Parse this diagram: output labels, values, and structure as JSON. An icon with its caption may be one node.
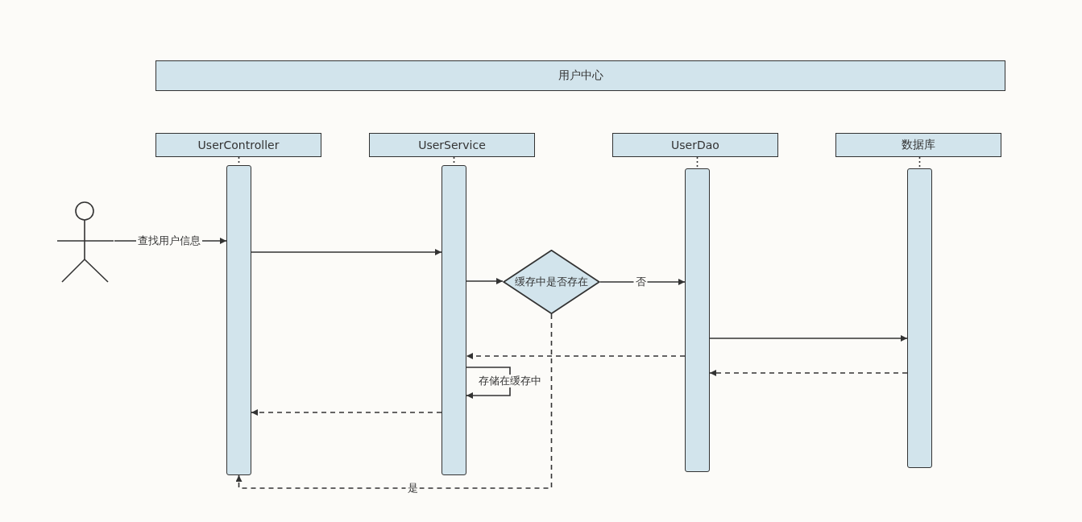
{
  "diagram": {
    "nodes": [
      {
        "text": [
          "用户中心"
        ]
      },
      {
        "text": [
          "UserController"
        ]
      },
      {
        "text": [
          "UserService"
        ]
      },
      {
        "text": [
          "UserDao"
        ]
      },
      {
        "text": [
          "数据库"
        ]
      },
      {
        "text": [],
        "shape": "bar"
      },
      {
        "text": [],
        "shape": "bar"
      },
      {
        "text": [],
        "shape": "bar"
      },
      {
        "text": [],
        "shape": "bar"
      },
      {
        "text": [],
        "shape": "person"
      },
      {
        "text": [
          "缓存中是否存在"
        ]
      }
    ],
    "edges": [
      {
        "from": 1,
        "to": 5,
        "arrow": "none",
        "style": "dashed"
      },
      {
        "from": 2,
        "to": 6,
        "arrow": "none",
        "style": "dashed"
      },
      {
        "from": 3,
        "to": 7,
        "arrow": "none",
        "style": "dashed"
      },
      {
        "from": 4,
        "to": 8,
        "arrow": "none",
        "style": "dashed"
      },
      {
        "from": 9,
        "to": 5,
        "arrow": "to",
        "label": "查找用户信息"
      },
      {
        "from": 5,
        "to": 6,
        "arrow": "to"
      },
      {
        "from": 6,
        "to": 10,
        "arrow": "to"
      },
      {
        "from": 10,
        "to": 7,
        "arrow": "to",
        "label": "否"
      },
      {
        "from": 10,
        "to": 5,
        "arrow": "to",
        "label": "是",
        "style": "dashed"
      },
      {
        "from": 7,
        "to": 8,
        "arrow": "to"
      },
      {
        "from": 7,
        "to": 6,
        "arrow": "to",
        "style": "dashed"
      },
      {
        "from": 8,
        "to": 7,
        "arrow": "to",
        "style": "dashed"
      },
      {
        "from": 6,
        "to": 6,
        "arrow": "to",
        "label": "存储在缓存中"
      },
      {
        "from": 6,
        "to": 5,
        "arrow": "to",
        "style": "dashed"
      }
    ]
  }
}
